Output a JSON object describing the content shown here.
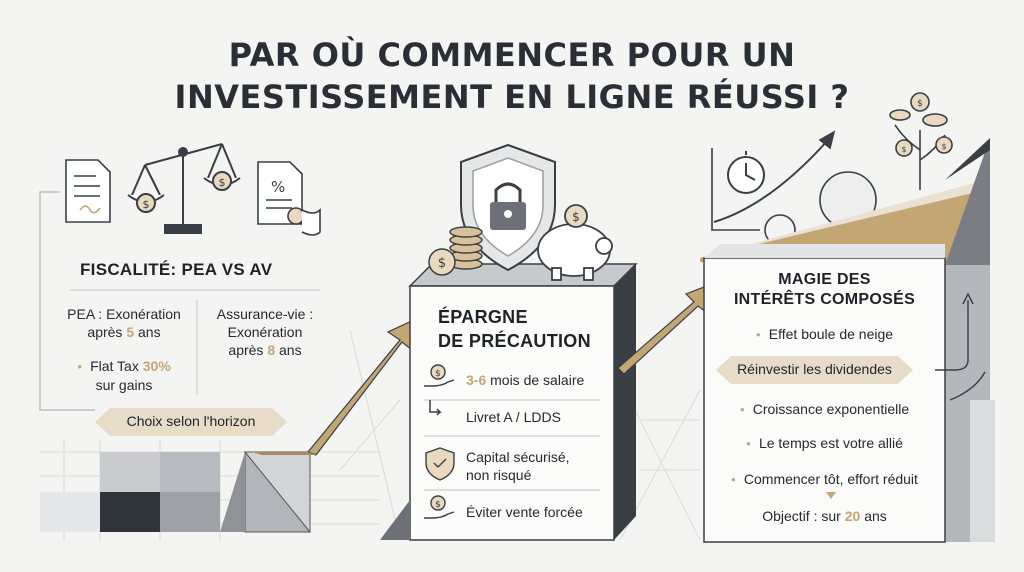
{
  "title": {
    "line1": "PAR OÙ COMMENCER POUR UN",
    "line2": "INVESTISSEMENT EN LIGNE RÉUSSI ?"
  },
  "left": {
    "heading": "FISCALITÉ: PEA VS AV",
    "pea": {
      "label": "PEA : Exonération",
      "after_prefix": "après",
      "years": "5",
      "after_suffix": "ans"
    },
    "av": {
      "label": "Assurance-vie :",
      "label2": "Exonération",
      "after_prefix": "après",
      "years": "8",
      "after_suffix": "ans"
    },
    "flat": {
      "prefix": "Flat Tax",
      "value": "30%",
      "suffix": "sur gains"
    },
    "choice": "Choix selon l'horizon"
  },
  "middle": {
    "heading_line1": "ÉPARGNE",
    "heading_line2": "DE PRÉCAUTION",
    "items": {
      "salary": {
        "value": "3-6",
        "text": "mois de salaire"
      },
      "livret": "Livret A / LDDS",
      "capital_line1": "Capital sécurisé,",
      "capital_line2": "non risqué",
      "eviter": "Éviter vente forcée"
    }
  },
  "right": {
    "heading_line1": "MAGIE DES",
    "heading_line2": "INTÉRÊTS COMPOSÉS",
    "item1": "Effet boule de neige",
    "reinvest": "Réinvestir les dividendes",
    "item2": "Croissance exponentielle",
    "item3": "Le temps est votre allié",
    "item4": "Commencer tôt, effort réduit",
    "goal": {
      "prefix": "Objectif : sur",
      "years": "20",
      "suffix": "ans"
    }
  },
  "colors": {
    "gold": "#c4a574",
    "dark": "#2a2f36",
    "gray": "#c7cacd",
    "light": "#fbfbfa"
  }
}
